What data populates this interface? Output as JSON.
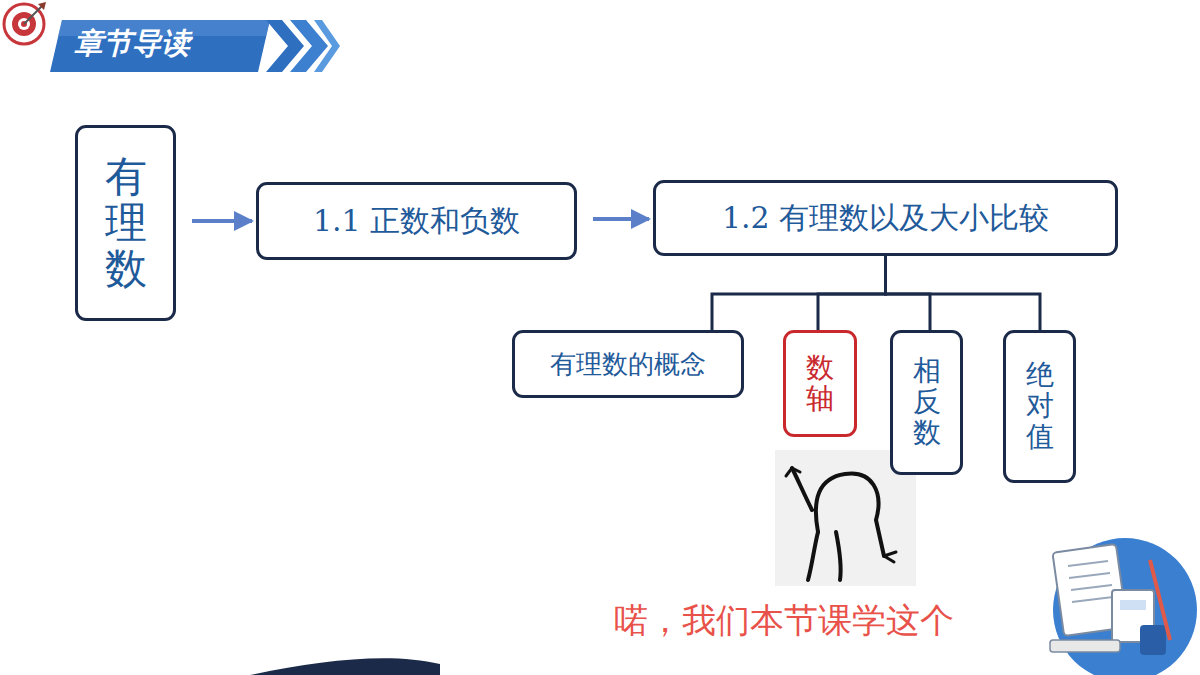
{
  "diagram": {
    "title": "章节导读",
    "nodes": [
      {
        "text": [
          "有理数"
        ]
      },
      {
        "text": [
          "1.1 正数和负数"
        ]
      },
      {
        "text": [
          "1.2 有理数以及大小比较"
        ]
      },
      {
        "text": [
          "有理数的概念"
        ]
      },
      {
        "text": [
          "数轴"
        ]
      },
      {
        "text": [
          "相反数"
        ]
      },
      {
        "text": [
          "绝对值"
        ]
      }
    ],
    "edges": [
      {
        "from": 0,
        "to": 1,
        "arrow": "to"
      },
      {
        "from": 1,
        "to": 2,
        "arrow": "to"
      },
      {
        "from": 2,
        "to": 3,
        "arrow": "none"
      },
      {
        "from": 2,
        "to": 4,
        "arrow": "none"
      },
      {
        "from": 2,
        "to": 5,
        "arrow": "none"
      },
      {
        "from": 2,
        "to": 6,
        "arrow": "none"
      }
    ],
    "labels": [
      "喏，我们本节课学这个"
    ]
  }
}
